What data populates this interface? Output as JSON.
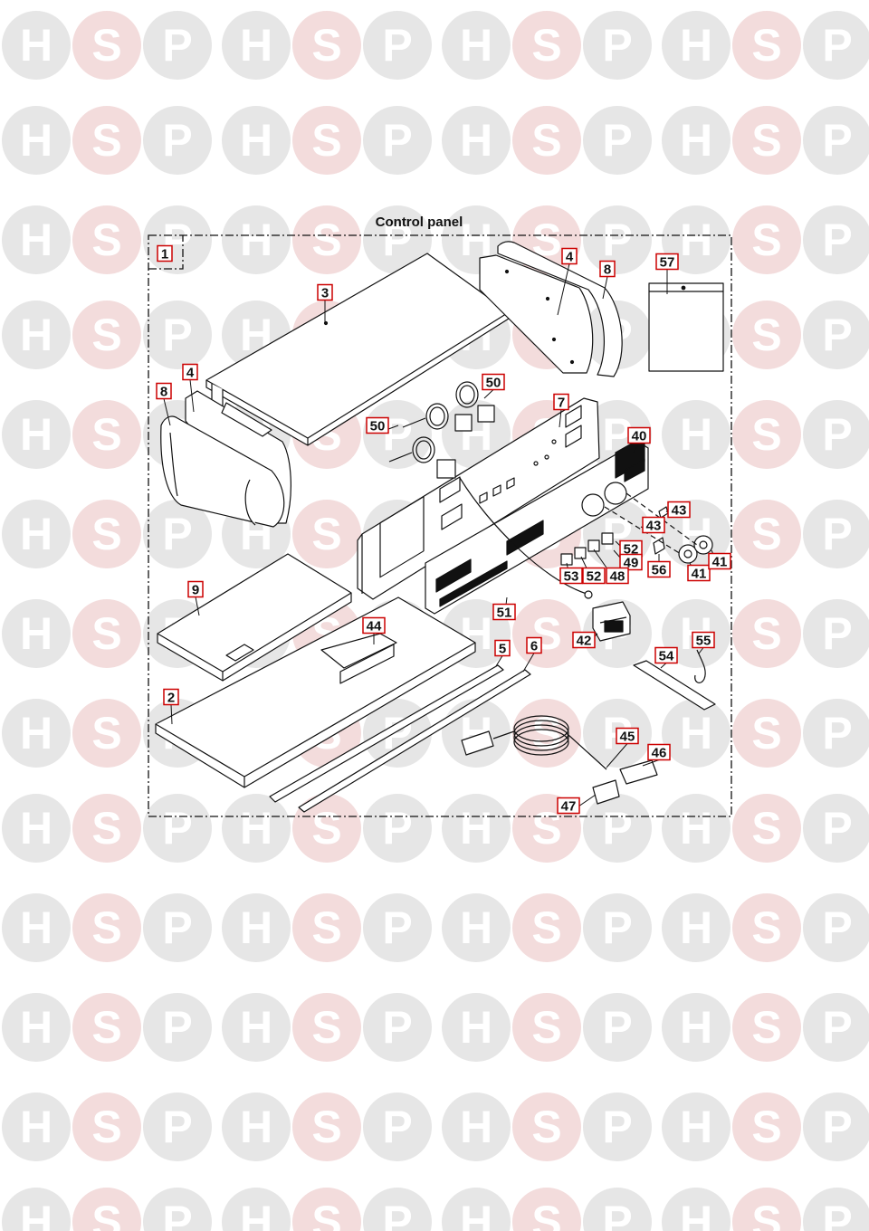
{
  "diagram": {
    "title": "Control panel",
    "watermark": {
      "letters": [
        "H",
        "S",
        "P"
      ],
      "colors": {
        "circle": "#e6e6e6",
        "circle_s": "#f3dcdc",
        "letter": "#ffffff"
      }
    },
    "colors": {
      "line": "#111111",
      "callout_border": "#cc0000",
      "callout_fill": "#ffffff",
      "callout_text": "#111111",
      "hatch": "#111111"
    },
    "callouts": [
      {
        "id": "c1",
        "label": "1"
      },
      {
        "id": "c3",
        "label": "3"
      },
      {
        "id": "c4a",
        "label": "4"
      },
      {
        "id": "c8a",
        "label": "8"
      },
      {
        "id": "c57",
        "label": "57"
      },
      {
        "id": "c4b",
        "label": "4"
      },
      {
        "id": "c8b",
        "label": "8"
      },
      {
        "id": "c50a",
        "label": "50"
      },
      {
        "id": "c50b",
        "label": "50"
      },
      {
        "id": "c7",
        "label": "7"
      },
      {
        "id": "c40",
        "label": "40"
      },
      {
        "id": "c43a",
        "label": "43"
      },
      {
        "id": "c43b",
        "label": "43"
      },
      {
        "id": "c52a",
        "label": "52"
      },
      {
        "id": "c49",
        "label": "49"
      },
      {
        "id": "c56",
        "label": "56"
      },
      {
        "id": "c41a",
        "label": "41"
      },
      {
        "id": "c41b",
        "label": "41"
      },
      {
        "id": "c53",
        "label": "53"
      },
      {
        "id": "c52b",
        "label": "52"
      },
      {
        "id": "c48",
        "label": "48"
      },
      {
        "id": "c9",
        "label": "9"
      },
      {
        "id": "c51",
        "label": "51"
      },
      {
        "id": "c44",
        "label": "44"
      },
      {
        "id": "c42",
        "label": "42"
      },
      {
        "id": "c5",
        "label": "5"
      },
      {
        "id": "c6",
        "label": "6"
      },
      {
        "id": "c55",
        "label": "55"
      },
      {
        "id": "c54",
        "label": "54"
      },
      {
        "id": "c2",
        "label": "2"
      },
      {
        "id": "c45",
        "label": "45"
      },
      {
        "id": "c46",
        "label": "46"
      },
      {
        "id": "c47",
        "label": "47"
      }
    ]
  }
}
